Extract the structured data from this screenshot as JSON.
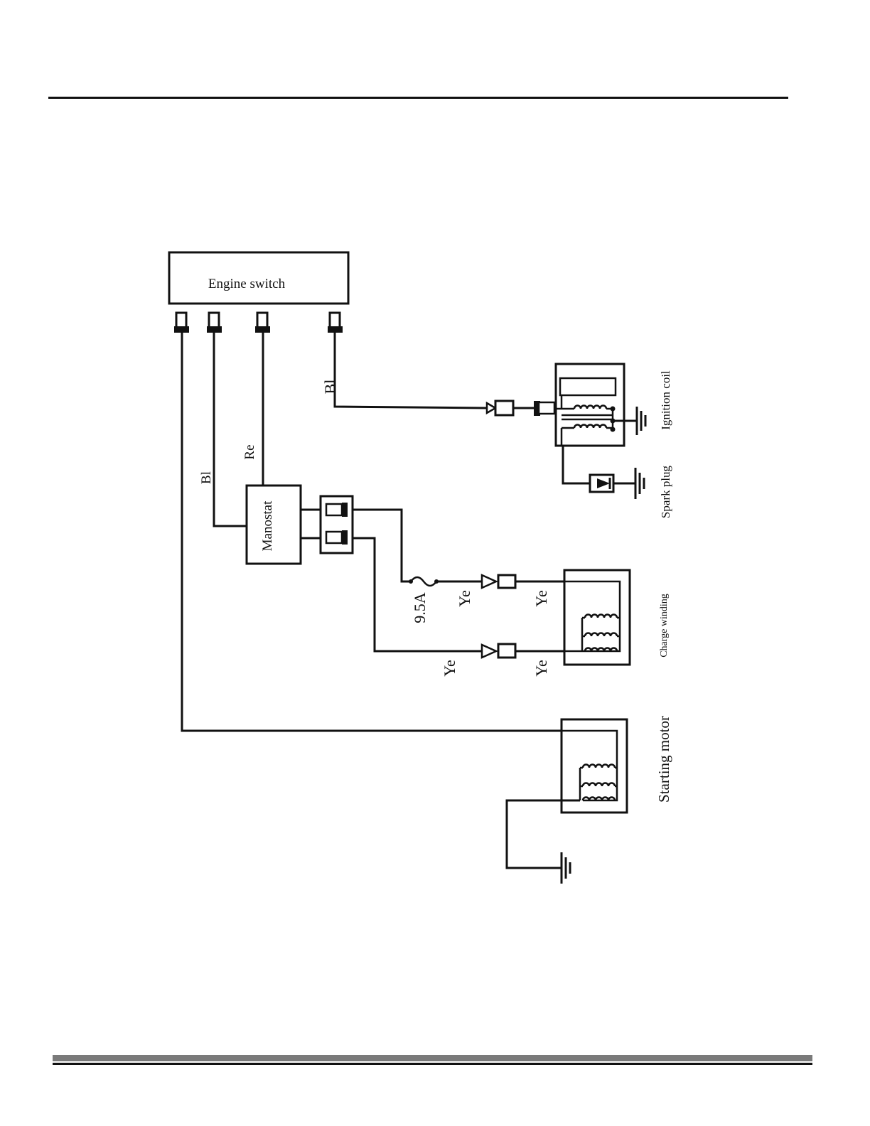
{
  "diagram": {
    "components": {
      "engine_switch": "Engine switch",
      "manostat": "Manostat",
      "ignition_coil": "Ignition coil",
      "spark_plug": "Spark plug",
      "charge_winding": "Charge winding",
      "starting_motor": "Starting motor"
    },
    "wire_labels": {
      "bl_ignition": "Bl",
      "bl_manostat": "Bl",
      "re_manostat": "Re",
      "fuse": "9.5A",
      "ye_upper_left": "Ye",
      "ye_upper_right": "Ye",
      "ye_lower_left": "Ye",
      "ye_lower_right": "Ye"
    }
  }
}
